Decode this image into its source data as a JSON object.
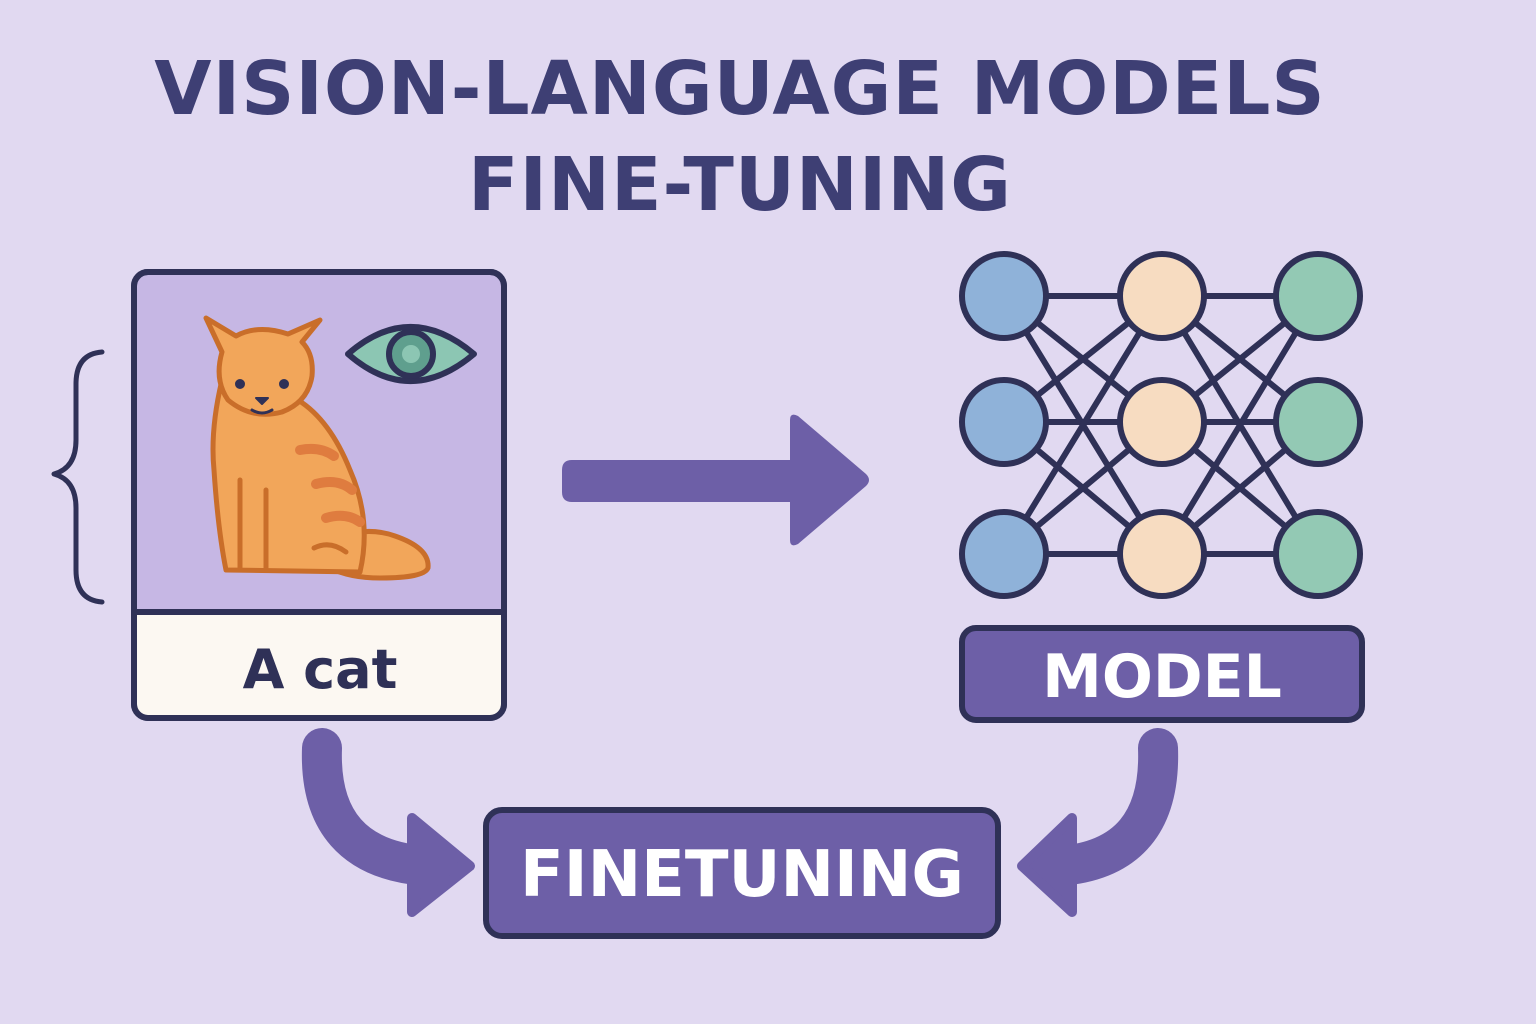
{
  "title": {
    "line1": "VISION-LANGUAGE MODELS",
    "line2": "FINE-TUNING"
  },
  "image_card": {
    "caption": "A cat",
    "image_icon": "cat-icon",
    "overlay_icon": "eye-icon"
  },
  "model_box": {
    "label": "MODEL",
    "icon": "neural-network-icon"
  },
  "finetuning_box": {
    "label": "FINETUNING"
  },
  "decorations": {
    "bracket_icon": "curly-brace-icon",
    "main_arrow_icon": "arrow-right-icon",
    "curved_arrow_icons": [
      "curved-arrow-left-icon",
      "curved-arrow-right-icon"
    ]
  },
  "colors": {
    "background": "#e1d9f1",
    "title": "#3e3f74",
    "outline": "#2f3157",
    "accent_purple": "#6d5fa7",
    "card_image_bg": "#c6b7e4",
    "caption_bg": "#fcf8f2",
    "cat_orange": "#f2a65a",
    "cat_stripe": "#df7c3f",
    "eye_teal": "#8cc6b3",
    "node_blue": "#8fb2d9",
    "node_peach": "#f7dcc1",
    "node_green": "#93c9b4"
  }
}
